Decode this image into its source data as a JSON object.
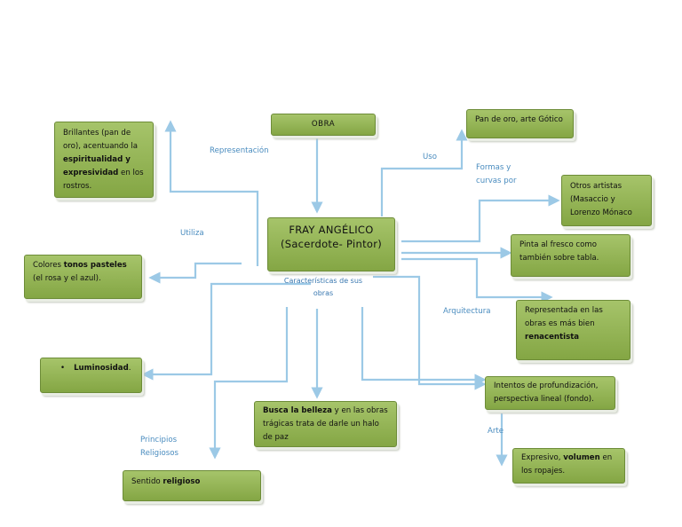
{
  "center": {
    "line1": "FRAY      ANGÉLICO",
    "line2": "(Sacerdote- Pintor)"
  },
  "center_caption": {
    "line1": "Características de sus",
    "line2": "obras"
  },
  "nodes": {
    "obra": "OBRA",
    "pan_oro": "Pan de oro, arte Gótico",
    "brillantes": {
      "p1": "Brillantes (pan de oro), acentuando la ",
      "b1": "espiritualidad y expresividad",
      "p2": " en los rostros."
    },
    "otros_artistas": "Otros artistas (Masaccio y Lorenzo Mónaco",
    "pinta_fresco": "Pinta al fresco como también sobre tabla.",
    "colores": {
      "p1": "Colores ",
      "b1": "tonos pasteles",
      "p2": " (el rosa y el azul)."
    },
    "representada": {
      "p1": "Representada en las obras es más bien ",
      "b1": "renacentista"
    },
    "luminosidad": {
      "bullet": "•",
      "b1": "Luminosidad",
      "p2": "."
    },
    "intentos": "Intentos de profundización, perspectiva lineal (fondo).",
    "busca": {
      "b1": "Busca la belleza",
      "p2": " y en las obras trágicas trata de darle un halo de paz"
    },
    "expresivo": {
      "p1": "Expresivo, ",
      "b1": "volumen",
      "p2": " en los ropajes."
    },
    "sentido": {
      "p1": "Sentido ",
      "b1": "religioso"
    }
  },
  "labels": {
    "representacion": "Representación",
    "uso": "Uso",
    "formas_1": "Formas y",
    "formas_2": "curvas  por",
    "utiliza": "Utiliza",
    "arquitectura": "Arquitectura",
    "arte": "Arte",
    "principios_1": "Principios",
    "principios_2": "Religiosos"
  },
  "colors": {
    "edge": "#9cc9e6",
    "box_top": "#a6c46a",
    "box_bottom": "#84a644",
    "label": "#4a8cbf"
  }
}
